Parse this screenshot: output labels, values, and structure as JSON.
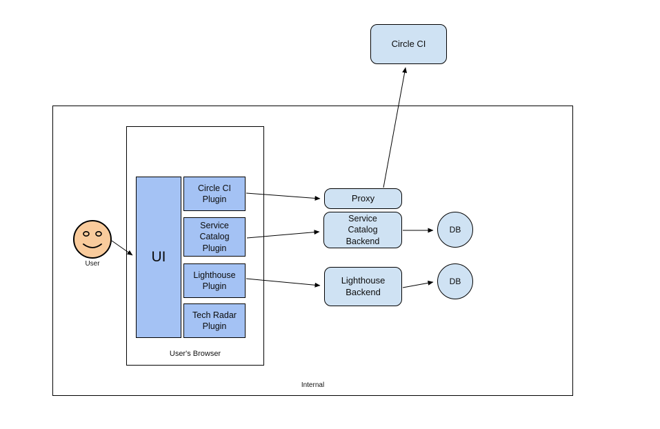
{
  "colors": {
    "plugin_fill": "#a4c2f4",
    "service_fill": "#cfe2f3",
    "user_fill": "#f9cb9c",
    "line": "#000000"
  },
  "external": {
    "circle_ci_label": "Circle CI"
  },
  "internal": {
    "label": "Internal",
    "proxy_label": "Proxy",
    "service_catalog_backend_label": "Service\nCatalog\nBackend",
    "lighthouse_backend_label": "Lighthouse\nBackend",
    "service_catalog_db_label": "DB",
    "lighthouse_db_label": "DB"
  },
  "browser": {
    "label": "User's Browser",
    "ui_label": "UI",
    "plugins": [
      {
        "label": "Circle CI\nPlugin"
      },
      {
        "label": "Service\nCatalog\nPlugin"
      },
      {
        "label": "Lighthouse\nPlugin"
      },
      {
        "label": "Tech Radar\nPlugin"
      }
    ]
  },
  "actor": {
    "label": "User"
  }
}
